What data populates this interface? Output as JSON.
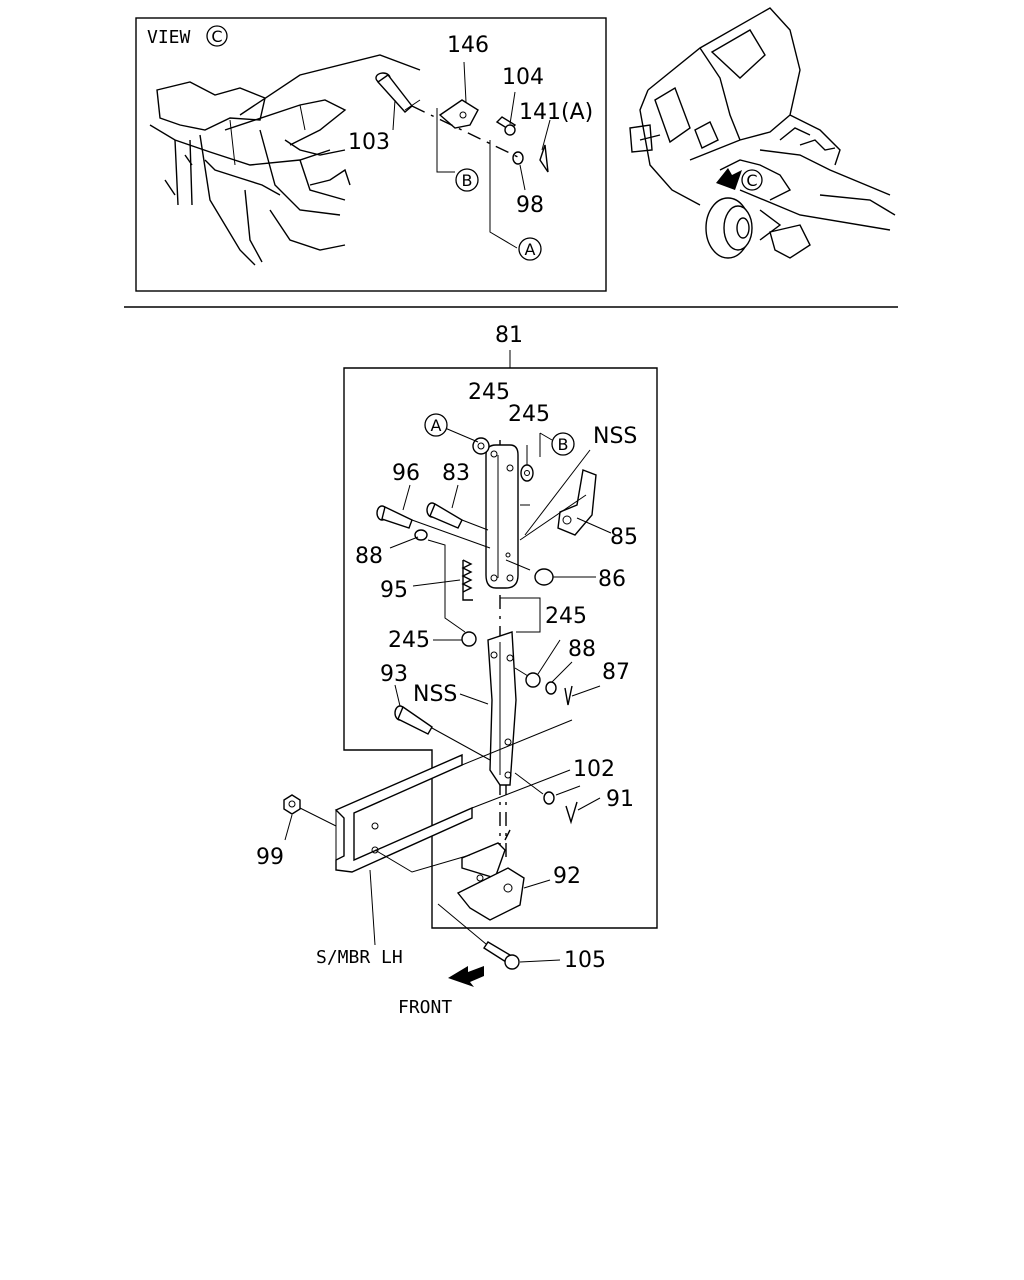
{
  "view": {
    "title": "VIEW",
    "marker": "C"
  },
  "view_callouts": {
    "c146": "146",
    "c104": "104",
    "c141": "141(A)",
    "c103": "103",
    "c98": "98",
    "ref_a": "A",
    "ref_b": "B"
  },
  "truck": {
    "marker": "C"
  },
  "assembly": {
    "number": "81"
  },
  "callouts": {
    "c245_top": "245",
    "c245_top2": "245",
    "nss_top": "NSS",
    "c96": "96",
    "c83": "83",
    "c85": "85",
    "c88_left": "88",
    "c86": "86",
    "c95": "95",
    "c245_mid_right": "245",
    "c245_mid_left": "245",
    "c88_right": "88",
    "c87": "87",
    "c93": "93",
    "nss_lower": "NSS",
    "c102": "102",
    "c91": "91",
    "c99": "99",
    "c92": "92",
    "c105": "105",
    "ref_a": "A",
    "ref_b": "B"
  },
  "labels": {
    "side_member": "S/MBR LH",
    "front": "FRONT"
  }
}
